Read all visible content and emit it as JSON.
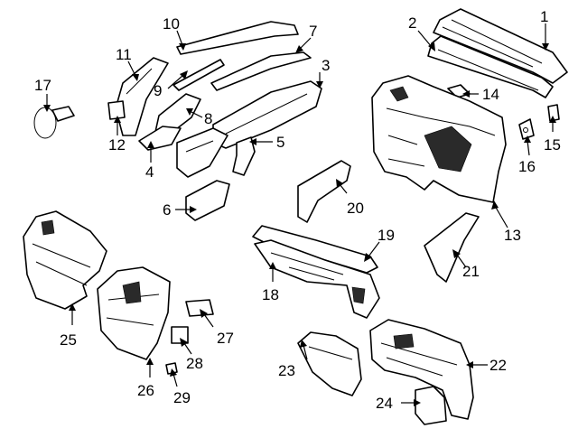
{
  "diagram": {
    "callouts": [
      {
        "id": "label-1",
        "text": "1"
      },
      {
        "id": "label-2",
        "text": "2"
      },
      {
        "id": "label-3",
        "text": "3"
      },
      {
        "id": "label-4",
        "text": "4"
      },
      {
        "id": "label-5",
        "text": "5"
      },
      {
        "id": "label-6",
        "text": "6"
      },
      {
        "id": "label-7",
        "text": "7"
      },
      {
        "id": "label-8",
        "text": "8"
      },
      {
        "id": "label-9",
        "text": "9"
      },
      {
        "id": "label-10",
        "text": "10"
      },
      {
        "id": "label-11",
        "text": "11"
      },
      {
        "id": "label-12",
        "text": "12"
      },
      {
        "id": "label-13",
        "text": "13"
      },
      {
        "id": "label-14",
        "text": "14"
      },
      {
        "id": "label-15",
        "text": "15"
      },
      {
        "id": "label-16",
        "text": "16"
      },
      {
        "id": "label-17",
        "text": "17"
      },
      {
        "id": "label-18",
        "text": "18"
      },
      {
        "id": "label-19",
        "text": "19"
      },
      {
        "id": "label-20",
        "text": "20"
      },
      {
        "id": "label-21",
        "text": "21"
      },
      {
        "id": "label-22",
        "text": "22"
      },
      {
        "id": "label-23",
        "text": "23"
      },
      {
        "id": "label-24",
        "text": "24"
      },
      {
        "id": "label-25",
        "text": "25"
      },
      {
        "id": "label-26",
        "text": "26"
      },
      {
        "id": "label-27",
        "text": "27"
      },
      {
        "id": "label-28",
        "text": "28"
      },
      {
        "id": "label-29",
        "text": "29"
      }
    ]
  }
}
